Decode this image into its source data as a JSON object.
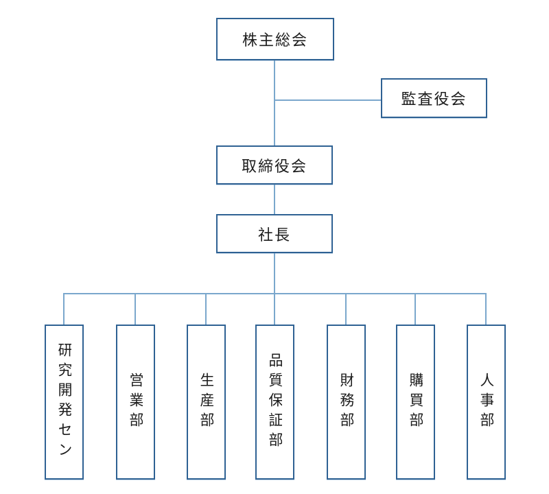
{
  "colors": {
    "box_border": "#2E6193",
    "connector": "#7AA7CC",
    "text": "#1C1C1C",
    "background": "#FFFFFF"
  },
  "org": {
    "top": {
      "label": "株主総会"
    },
    "audit": {
      "label": "監査役会"
    },
    "board": {
      "label": "取締役会"
    },
    "president": {
      "label": "社長"
    },
    "departments": [
      {
        "label": "研究開発セン"
      },
      {
        "label": "営業部"
      },
      {
        "label": "生産部"
      },
      {
        "label": "品質保証部"
      },
      {
        "label": "財務部"
      },
      {
        "label": "購買部"
      },
      {
        "label": "人事部"
      }
    ]
  }
}
